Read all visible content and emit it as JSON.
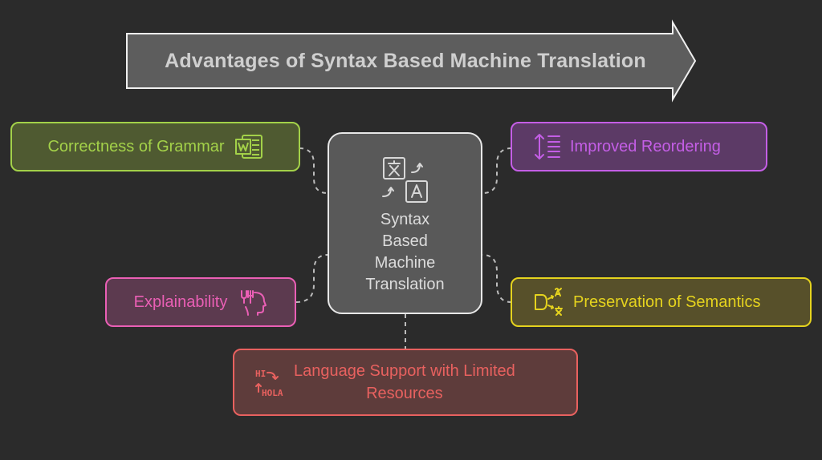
{
  "title": "Advantages of Syntax Based Machine Translation",
  "center": {
    "lines": [
      "Syntax",
      "Based",
      "Machine",
      "Translation"
    ],
    "icon": "translate-icon"
  },
  "items": [
    {
      "id": "grammar",
      "label": "Correctness of Grammar",
      "icon": "word-document-icon",
      "color": "#a3d149",
      "fill": "#4f5a31"
    },
    {
      "id": "reordering",
      "label": "Improved Reordering",
      "icon": "line-spacing-icon",
      "color": "#c45ee6",
      "fill": "#5c3a66"
    },
    {
      "id": "explainability",
      "label": "Explainability",
      "icon": "head-gears-icon",
      "color": "#ea5fb5",
      "fill": "#5c3a4f"
    },
    {
      "id": "semantics",
      "label": "Preservation of Semantics",
      "icon": "translation-arrows-icon",
      "color": "#e5d31e",
      "fill": "#57502a"
    },
    {
      "id": "language",
      "label": "Language Support with Limited Resources",
      "lines": [
        "Language Support with Limited",
        "Resources"
      ],
      "icon": "hi-hola-icon",
      "color": "#e8615f",
      "fill": "#5e3c3b"
    }
  ],
  "colors": {
    "background": "#2b2b2b",
    "title_arrow_fill": "#5d5d5d",
    "title_arrow_stroke": "#efefef",
    "connector": "#bdbdbd"
  }
}
